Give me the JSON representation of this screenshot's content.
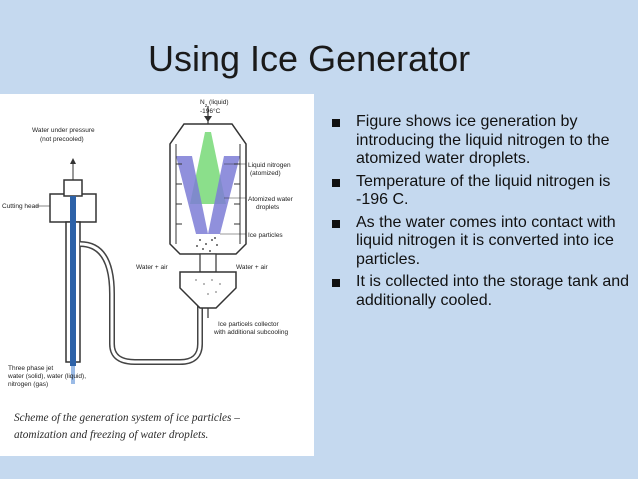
{
  "slide": {
    "title": "Using Ice Generator"
  },
  "figure": {
    "labels": {
      "water_pressure_1": "Water under pressure",
      "water_pressure_2": "(not precooled)",
      "n2_1": "N",
      "n2_sub": "2",
      "n2_2": " (liquid)",
      "n2_temp": "-196°C",
      "ln_1": "Liquid nitrogen",
      "ln_2": "(atomized)",
      "aw_1": "Atomized water",
      "aw_2": "droplets",
      "ice": "Ice particles",
      "cutting_head": "Cutting head",
      "water_air_left": "Water + air",
      "water_air_right": "Water + air",
      "collector_1": "Ice particels collector",
      "collector_2": "with additional subcooling",
      "jet_1": "Three phase jet",
      "jet_2": "water (solid), water (liquid),",
      "jet_3": "nitrogen (gas)"
    },
    "caption_line1": "Scheme of the generation system of ice particles –",
    "caption_line2": "atomization and freezing of water droplets."
  },
  "bullets": [
    "Figure shows ice generation by introducing the liquid nitrogen to the atomized water droplets.",
    "Temperature of the liquid nitrogen is -196 C.",
    "As the water comes into contact with liquid nitrogen it is converted into ice particles.",
    "It is collected into the storage tank and additionally cooled."
  ]
}
